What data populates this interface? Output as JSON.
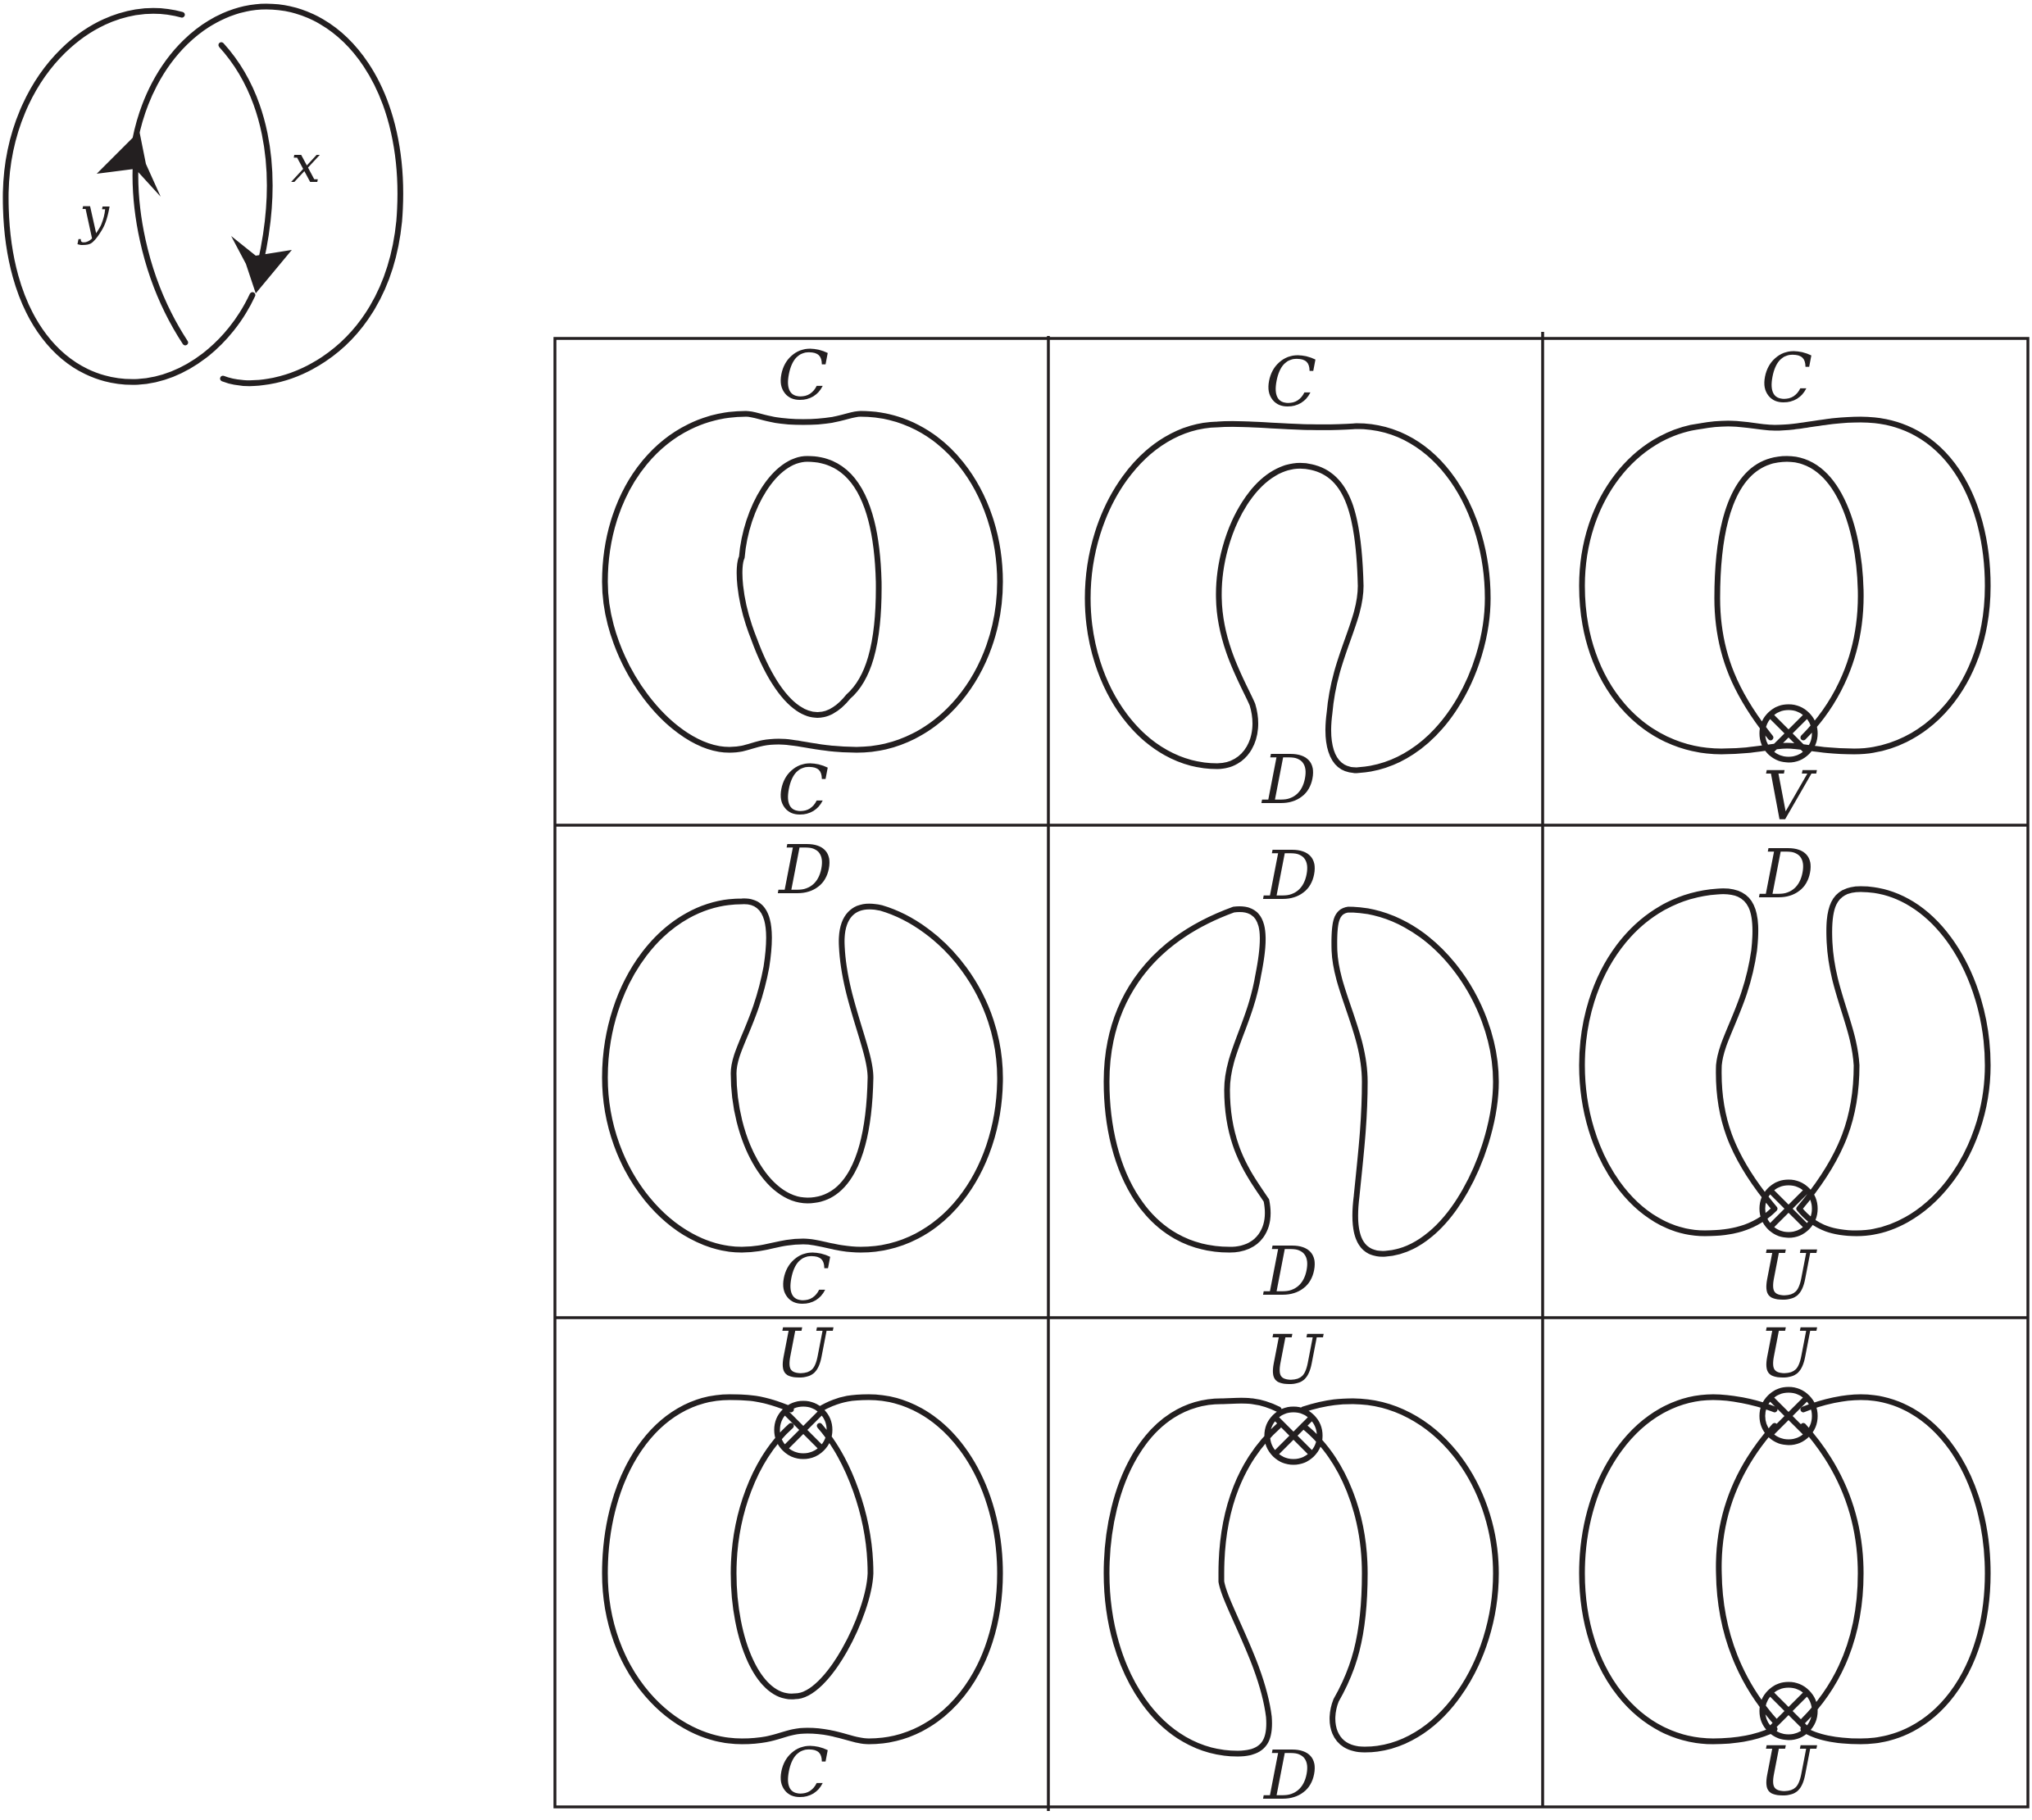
{
  "torus": {
    "label_x": "x",
    "label_y": "y"
  },
  "grid": {
    "rows": [
      [
        {
          "top": "C",
          "bottom": "C"
        },
        {
          "top": "C",
          "bottom": "D"
        },
        {
          "top": "C",
          "bottom": "V"
        }
      ],
      [
        {
          "top": "D",
          "bottom": "C"
        },
        {
          "top": "D",
          "bottom": "D"
        },
        {
          "top": "D",
          "bottom": "U"
        }
      ],
      [
        {
          "top": "U",
          "bottom": "C"
        },
        {
          "top": "U",
          "bottom": "D"
        },
        {
          "top": "U",
          "bottom": "U"
        }
      ]
    ]
  }
}
